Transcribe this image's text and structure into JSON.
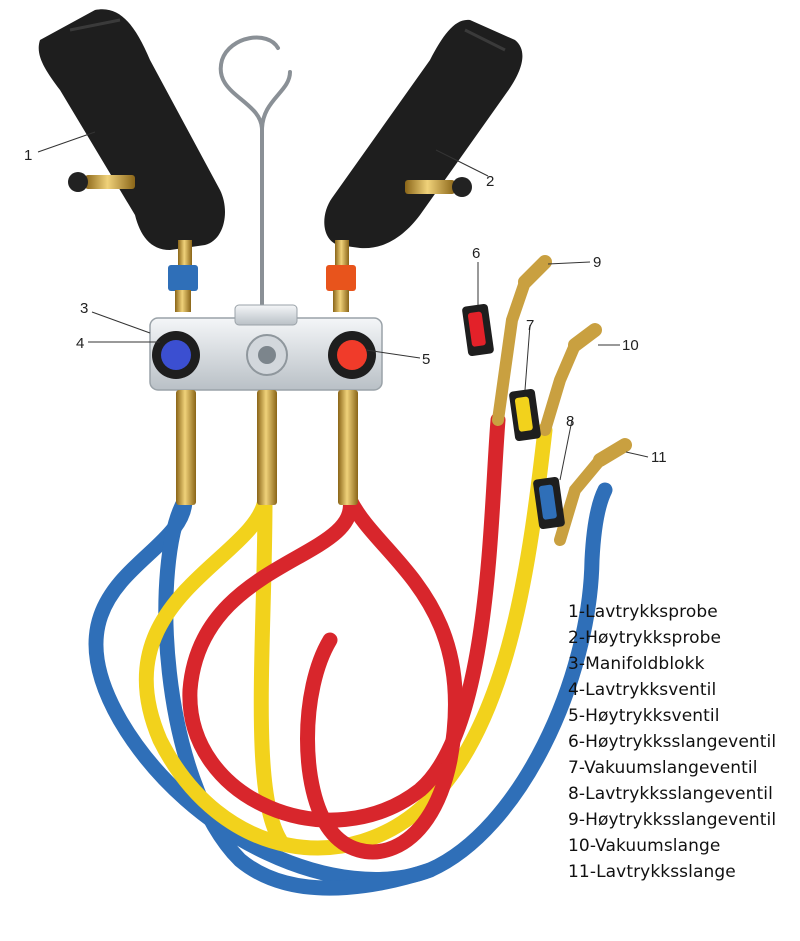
{
  "callouts": [
    "1",
    "2",
    "3",
    "4",
    "5",
    "6",
    "7",
    "8",
    "9",
    "10",
    "11"
  ],
  "legend": [
    "1-Lavtrykksprobe",
    "2-Høytrykksprobe",
    "3-Manifoldblokk",
    "4-Lavtrykksventil",
    "5-Høytrykksventil",
    "6-Høytrykksslangeventil",
    "7-Vakuumslangeventil",
    "8-Lavtrykksslangeventil",
    "9-Høytrykksslangeventil",
    "10-Vakuumslange",
    "11-Lavtrykksslange"
  ],
  "colors": {
    "low_pressure": "#2f6fb8",
    "high_pressure": "#d8262c",
    "vacuum": "#f2d21c",
    "probe": "#1e1e1e",
    "brass": "#c9a040",
    "manifold": "#e4e7ea"
  }
}
